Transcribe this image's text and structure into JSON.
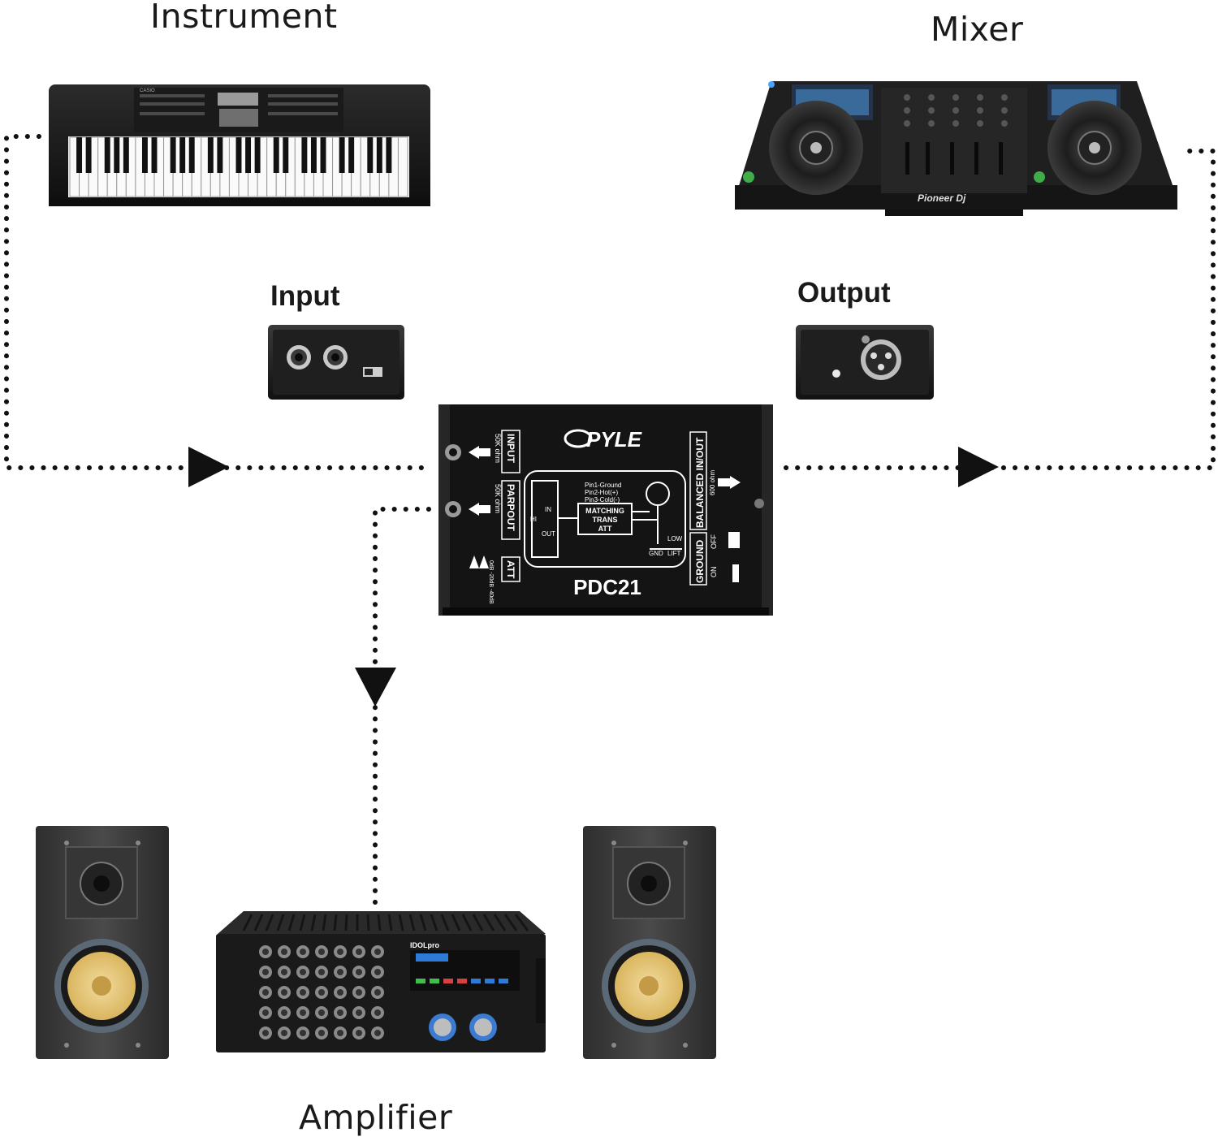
{
  "labels": {
    "instrument": "Instrument",
    "mixer": "Mixer",
    "input": "Input",
    "output": "Output",
    "amplifier": "Amplifier"
  },
  "keyboard": {
    "brand": "CASIO"
  },
  "mixer_unit": {
    "brand": "Pioneer Dj"
  },
  "di_box": {
    "brand": "PYLE",
    "model": "PDC21",
    "input_label": "INPUT",
    "input_impedance": "50K ohm",
    "parpout_label": "PARPOUT",
    "parpout_impedance": "50K ohm",
    "att_label": "ATT",
    "att_values": "0dB -20dB -40dB",
    "balanced_label": "BALANCED IN/OUT",
    "balanced_impedance": "600 ohm",
    "ground_label": "GROUND",
    "off_label": "OFF",
    "on_label": "ON",
    "pin1": "Pin1-Ground",
    "pin2": "Pin2-Hot(+)",
    "pin3": "Pin3-Cold(-)",
    "circuit_line1": "MATCHING",
    "circuit_line2": "TRANS",
    "circuit_line3": "ATT",
    "in": "IN",
    "out": "OUT",
    "hi": "HI",
    "low": "LOW",
    "gnd": "GND",
    "lift": "LIFT"
  },
  "amp": {
    "brand": "IDOLpro"
  },
  "colors": {
    "line": "#111111",
    "device": "#1b1b1b",
    "panel": "#2a2a2a",
    "cone": "#e6c77a"
  }
}
